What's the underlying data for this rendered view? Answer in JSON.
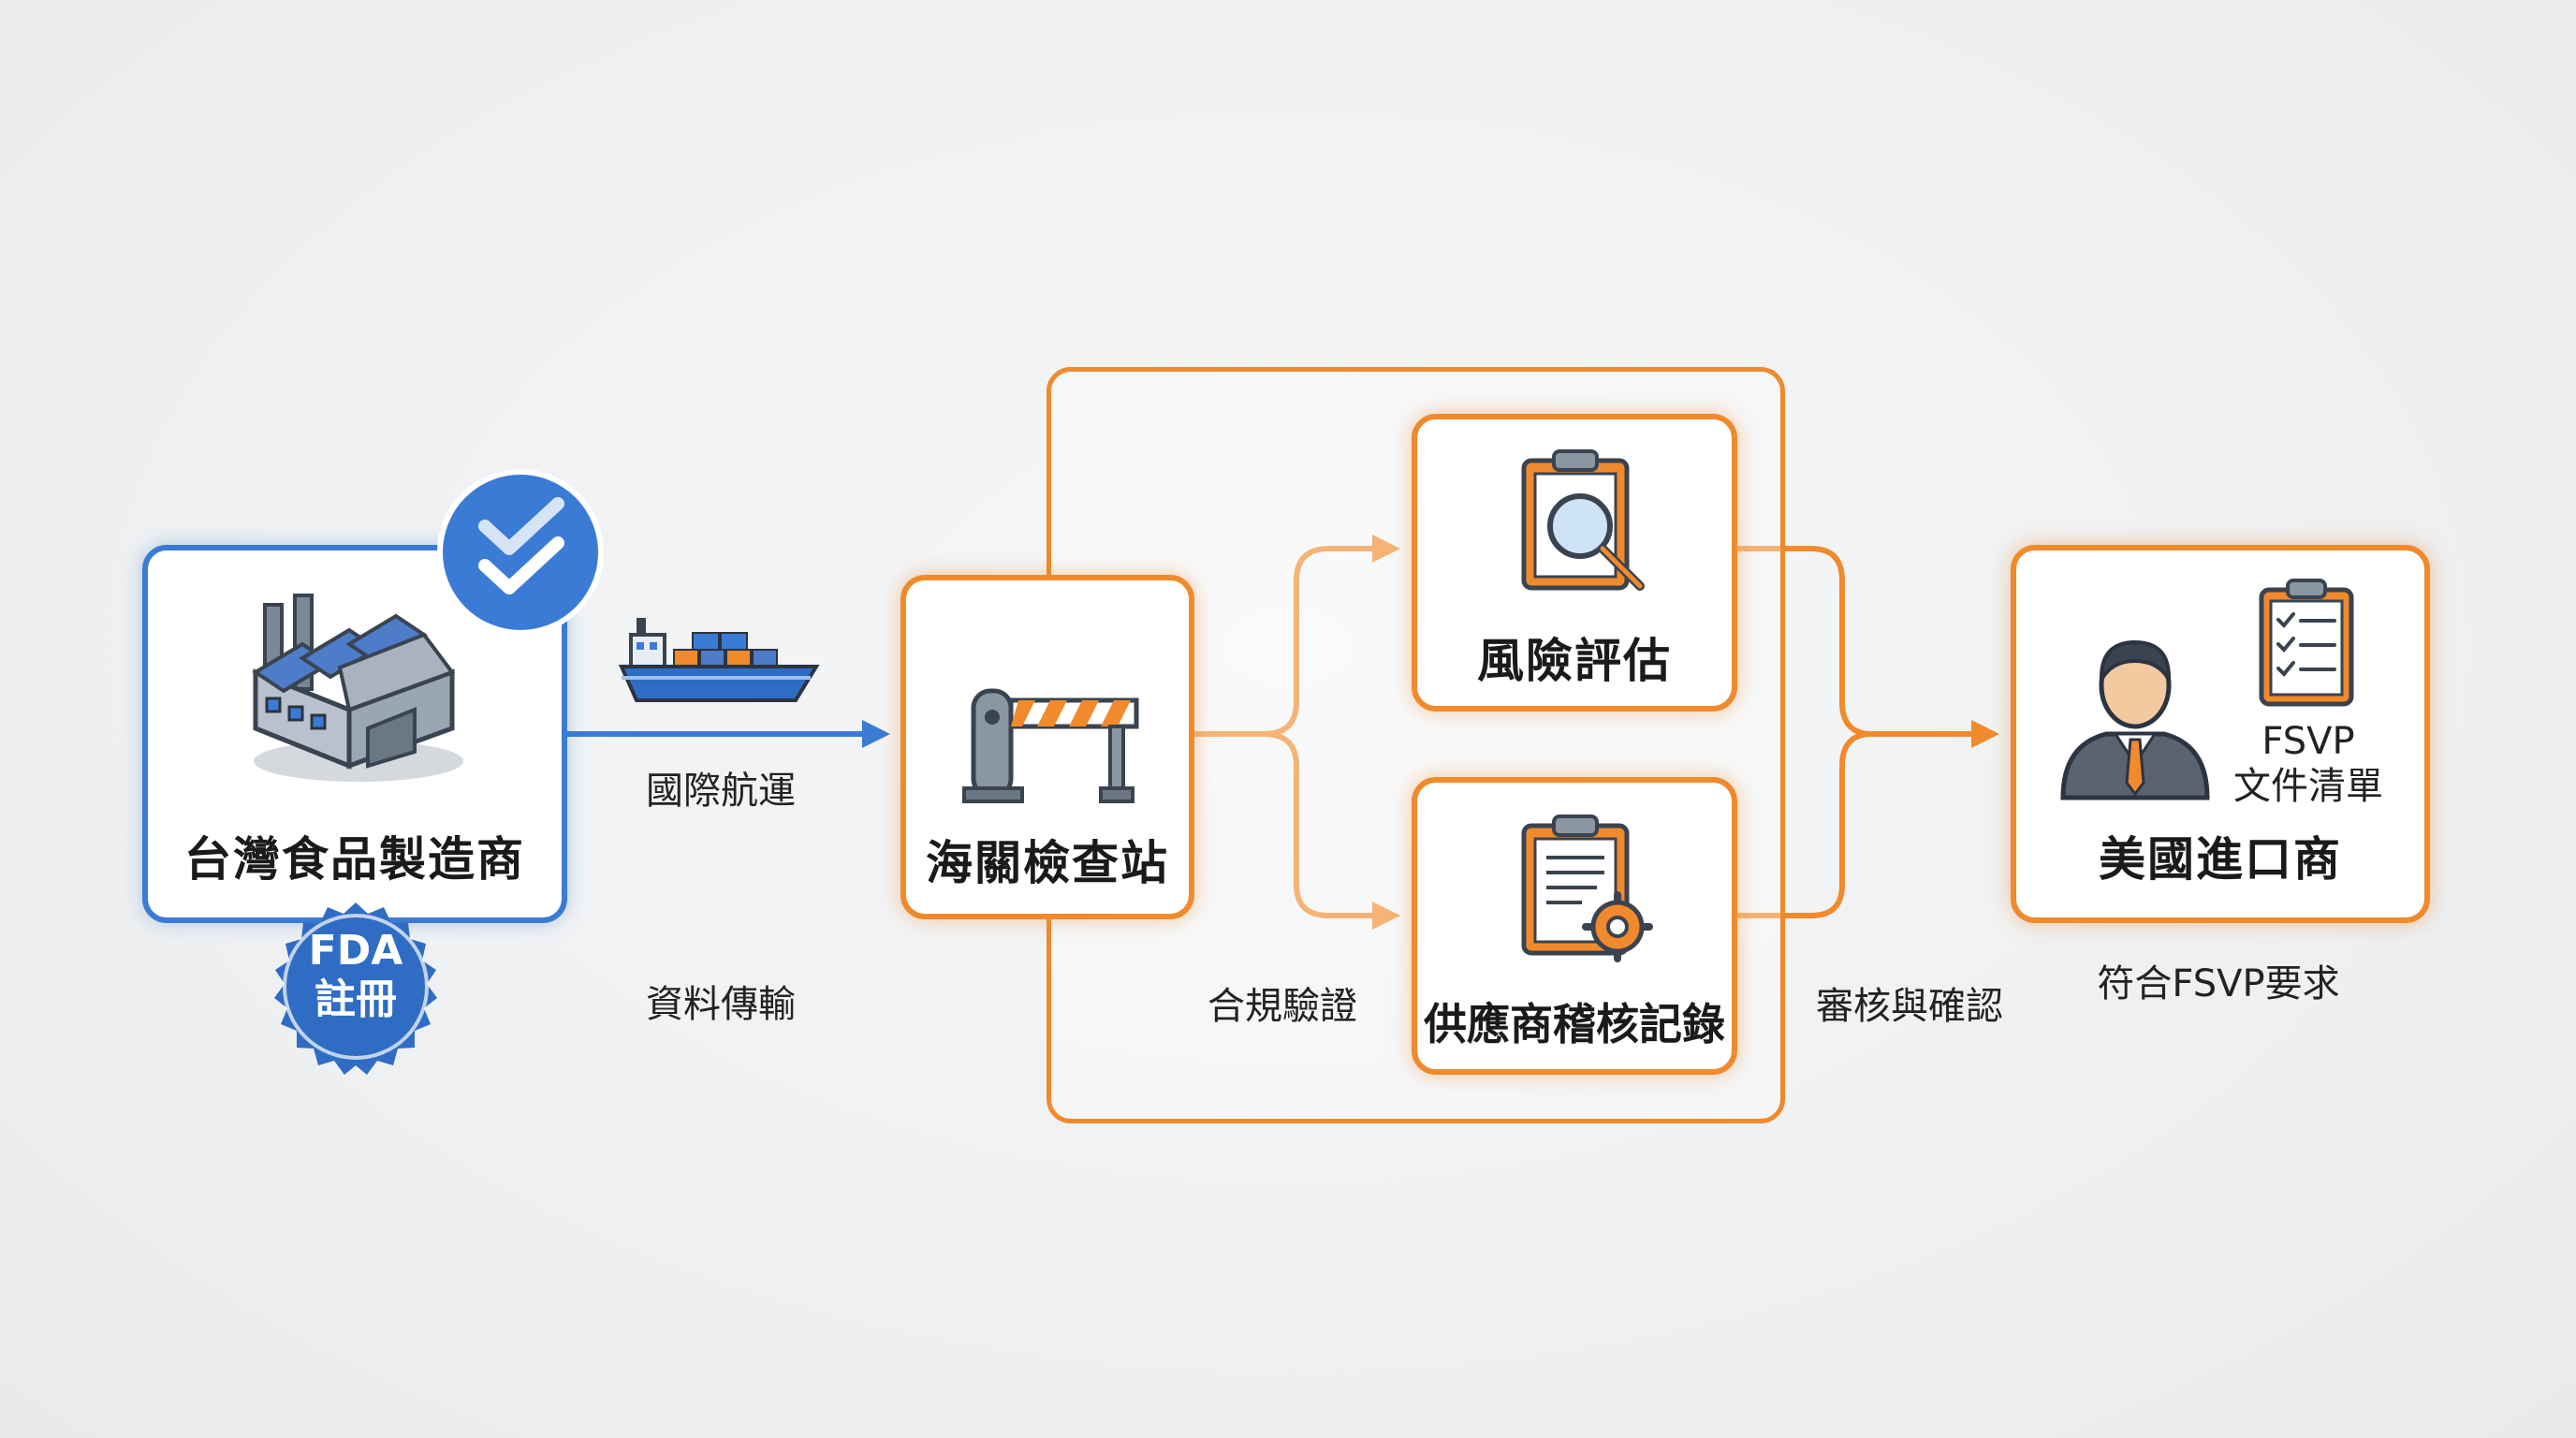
{
  "nodes": {
    "manufacturer": {
      "label": "台灣食品製造商",
      "badge": "FDA\n註冊"
    },
    "customs": {
      "label": "海關檢查站"
    },
    "risk": {
      "label": "風險評估"
    },
    "audit": {
      "label": "供應商稽核記錄"
    },
    "importer": {
      "label": "美國進口商",
      "doc": "FSVP\n文件清單"
    }
  },
  "edges": {
    "shipping": "國際航運",
    "data_transfer": "資料傳輸",
    "compliance": "合規驗證",
    "review": "審核與確認",
    "fsvp_requirement": "符合FSVP要求"
  },
  "colors": {
    "blue": "#3a7bd5",
    "orange": "#f08a2c"
  }
}
